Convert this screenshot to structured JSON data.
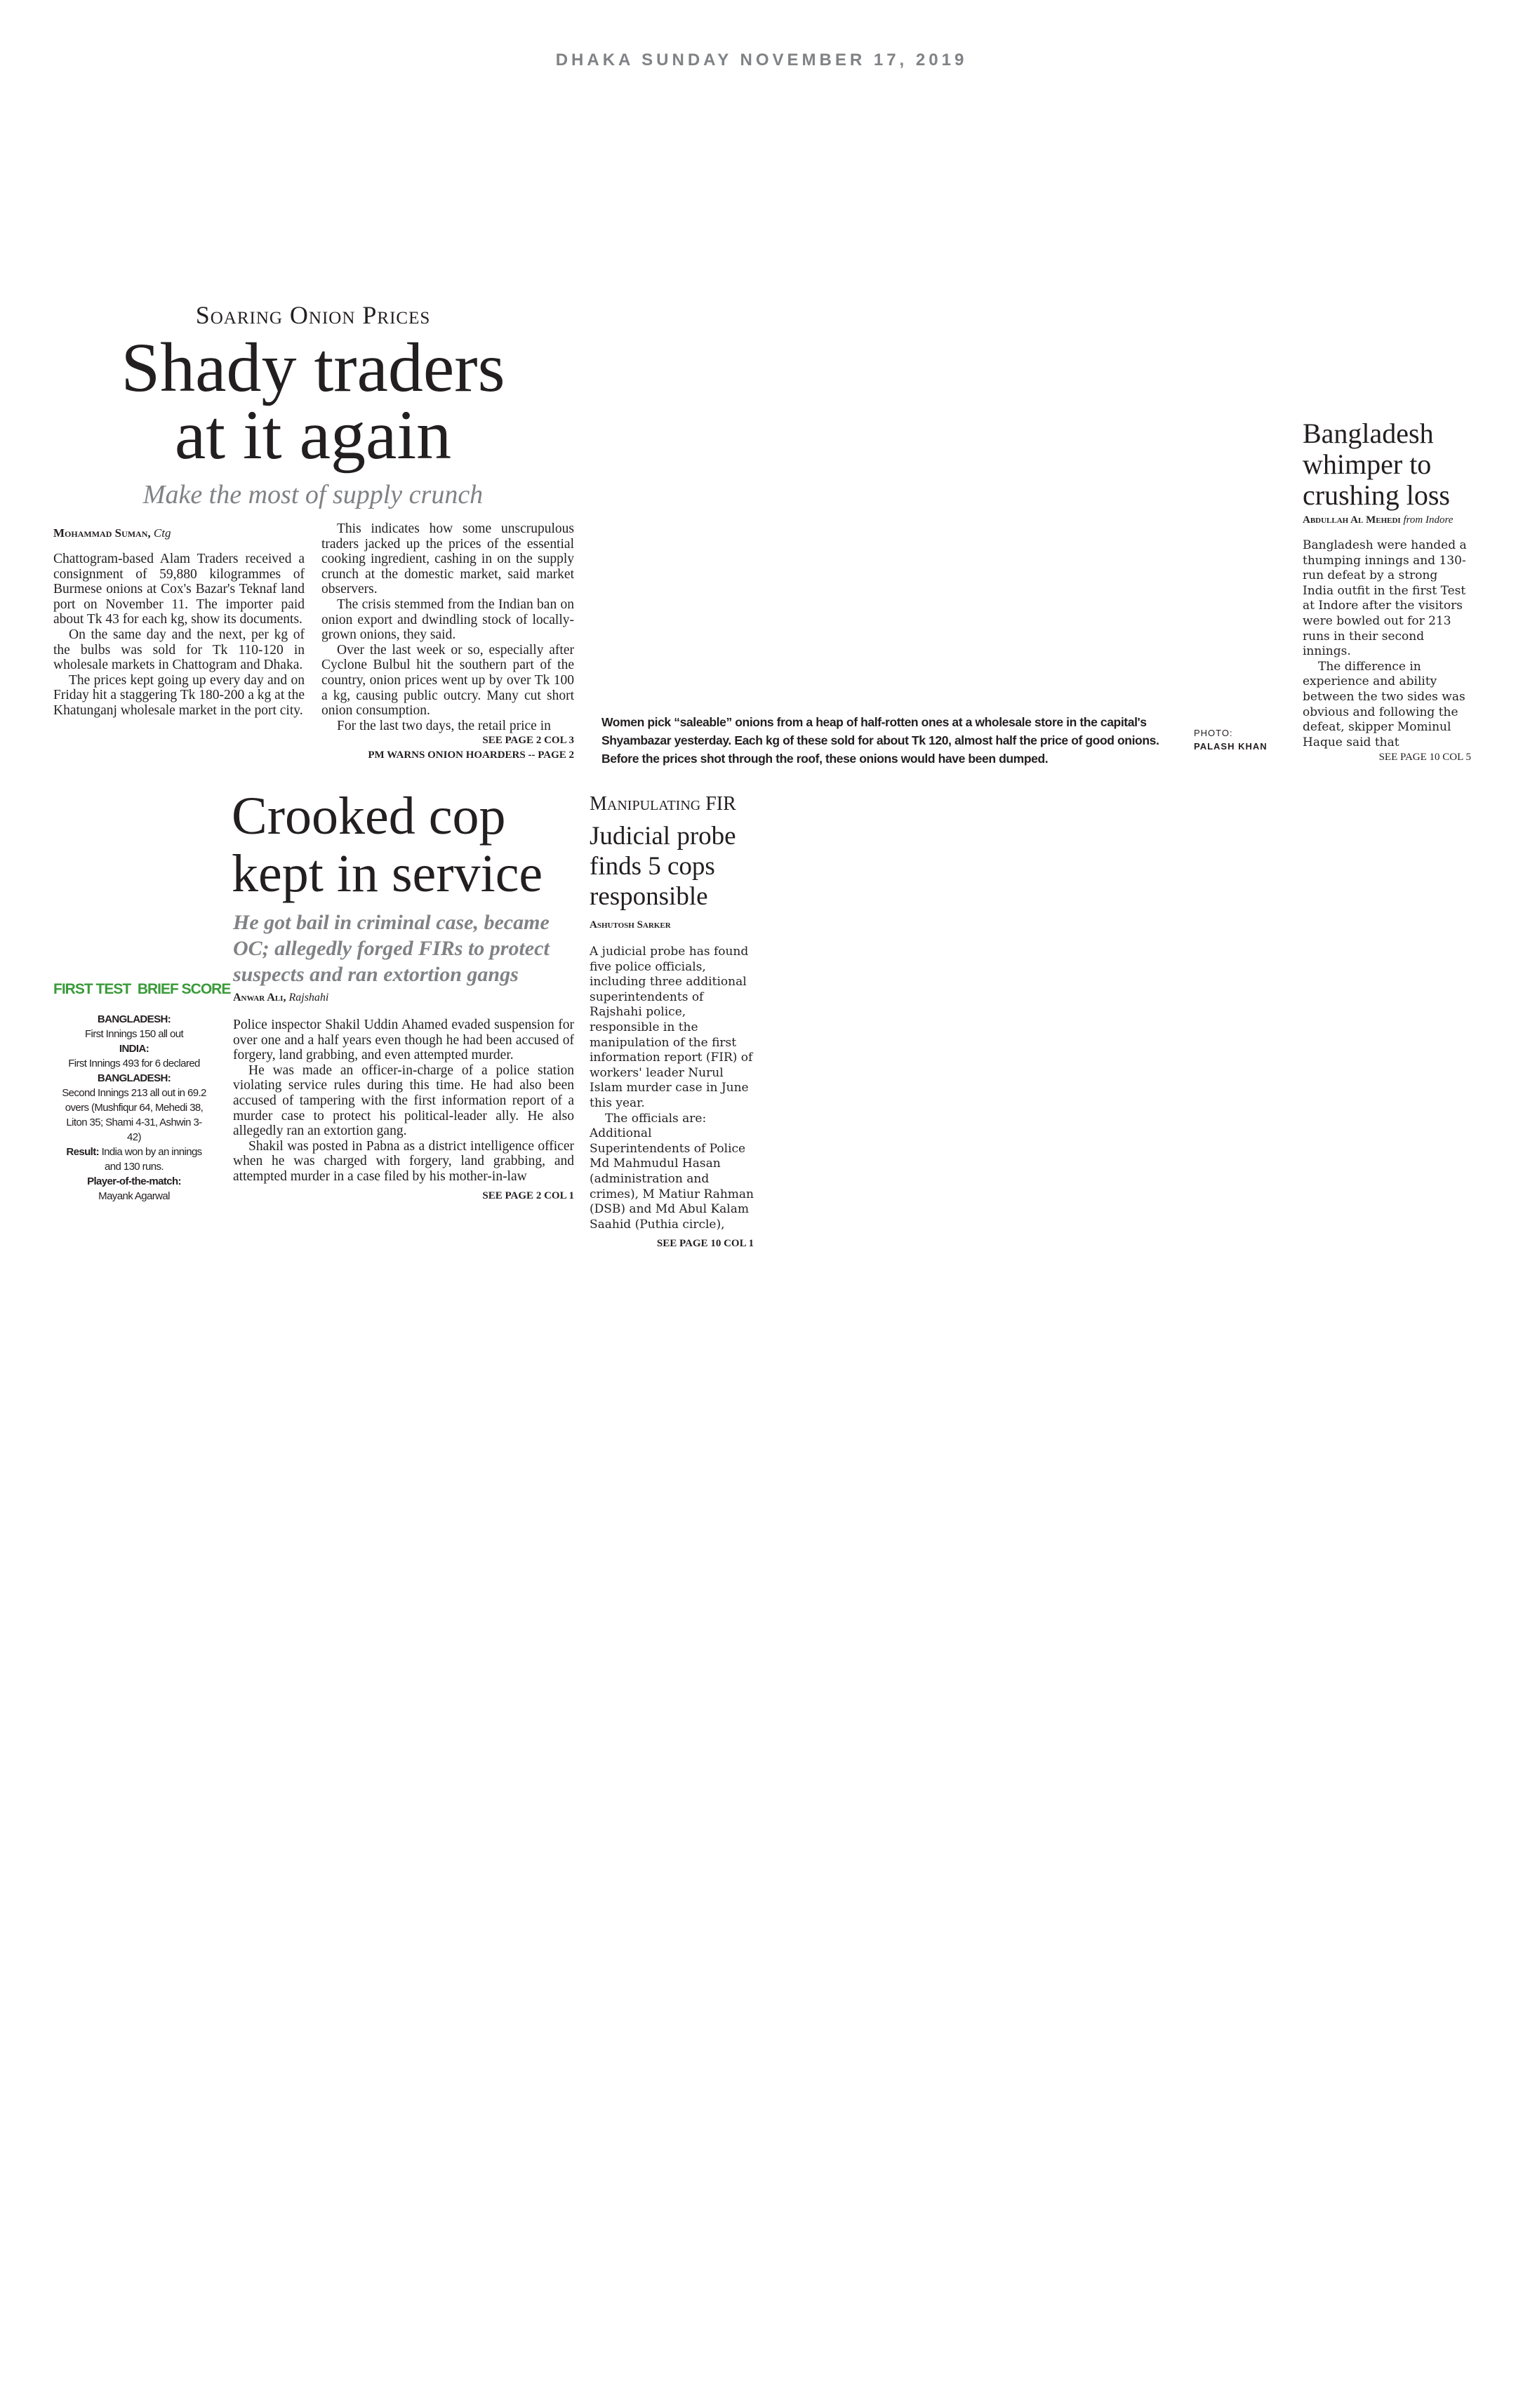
{
  "dateline": "DHAKA SUNDAY NOVEMBER 17, 2019",
  "onion_story": {
    "kicker": "Soaring Onion Prices",
    "headline_lines": [
      "Shady traders",
      "at it again"
    ],
    "subhead": "Make the most of supply crunch",
    "byline_name": "Mohammad Suman,",
    "byline_place": "Ctg",
    "col1": [
      "Chattogram-based Alam Traders received a consignment of 59,880 kilogrammes of Burmese onions at Cox's Bazar's Teknaf land port on November 11. The importer paid about Tk 43 for each kg, show its documents.",
      "On the same day and the next, per kg of the bulbs was sold for Tk 110-120 in wholesale markets in Chattogram and Dhaka.",
      "The prices kept going up every day and on Friday hit a staggering Tk 180-200 a kg at the Khatunganj wholesale market in the port city."
    ],
    "col2": [
      "This indicates how some unscrupulous traders jacked up the prices of the essential cooking ingredient, cashing in on the supply crunch at the domestic market, said market observers.",
      "The crisis stemmed from the Indian ban on onion export and dwindling stock of locally-grown onions, they said.",
      "Over the last week or so, especially after Cyclone Bulbul hit the southern part of the country, onion prices went up by over Tk 100 a kg, causing public outcry. Many cut short onion consumption.",
      "For the last two days, the retail price in"
    ],
    "jump": "SEE PAGE 2 COL 3",
    "related": "PM WARNS ONION HOARDERS -- PAGE 2"
  },
  "photo": {
    "caption": "Women pick “saleable” onions from a heap of half-rotten ones at a wholesale store in the capital's Shyambazar yesterday. Each kg of these sold for about Tk 120, almost half the price of good onions. Before the prices shot through the roof, these onions would have been dumped.",
    "credit_label": "PHOTO:",
    "credit_name": "PALASH KHAN"
  },
  "cricket_story": {
    "headline_lines": [
      "Bangladesh",
      "whimper to",
      "crushing loss"
    ],
    "byline_name": "Abdullah Al Mehedi",
    "byline_place": "from Indore",
    "paragraphs": [
      "Bangladesh were handed a thumping innings and 130-run defeat by a strong India outfit in the first Test at Indore after the visitors were bowled out for 213 runs in their second innings.",
      "The difference in experience and ability between the two sides was obvious and following the defeat, skipper Mominul Haque said that"
    ],
    "jump": "SEE PAGE 10 COL 5"
  },
  "cop_story": {
    "headline_lines": [
      "Crooked cop",
      "kept in service"
    ],
    "subhead": "He got bail in criminal case, became OC; allegedly forged FIRs to protect suspects and ran extortion gangs",
    "byline_name": "Anwar Ali,",
    "byline_place": "Rajshahi",
    "paragraphs": [
      "Police inspector Shakil Uddin Ahamed evaded suspension for over one and a half years even though he had been accused of forgery, land grabbing, and even attempted murder.",
      "He was made an officer-in-charge of a police station violating service rules during this time. He had also been accused of tampering with the first information report of a murder case to protect his political-leader ally. He also allegedly ran an extortion gang.",
      "Shakil was posted in Pabna as a district intelligence officer when he was charged with forgery, land grabbing, and attempted murder in a case filed by his mother-in-law"
    ],
    "jump": "SEE PAGE 2 COL 1"
  },
  "brief_score": {
    "title": "FIRST TEST  BRIEF SCORE",
    "title_color": "#3a9a3a",
    "lines": [
      {
        "label": "BANGLADESH:",
        "text": "First Innings 150 all out"
      },
      {
        "label": "INDIA:",
        "text": "First Innings 493 for 6 declared"
      },
      {
        "label": "BANGLADESH:",
        "text": "Second Innings 213 all out in 69.2 overs (Mushfiqur 64, Mehedi 38, Liton 35; Shami 4-31, Ashwin 3-42)"
      },
      {
        "label": "Result:",
        "text": "India won by an innings and 130 runs."
      },
      {
        "label": "Player-of-the-match:",
        "text": "Mayank Agarwal"
      }
    ]
  },
  "fir_story": {
    "kicker": "Manipulating FIR",
    "headline_lines": [
      "Judicial probe",
      "finds 5 cops",
      "responsible"
    ],
    "byline_name": "Ashutosh Sarker",
    "paragraphs": [
      "A judicial probe has found five police officials, including three additional superintendents of Rajshahi police, responsible in the manipulation of the first information report (FIR) of workers' leader Nurul Islam murder case in June this year.",
      "The officials are: Additional Superintendents of Police Md Mahmudul Hasan (administration and crimes), M Matiur Rahman (DSB) and Md Abul Kalam Saahid (Puthia circle),"
    ],
    "jump": "SEE PAGE 10 COL 1"
  }
}
